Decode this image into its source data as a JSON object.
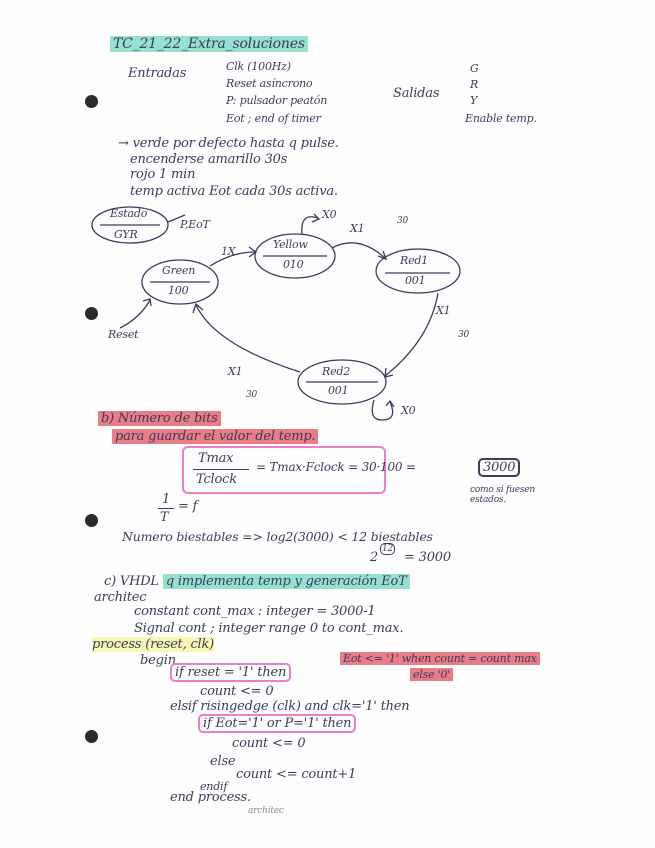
{
  "header": {
    "title": "TC_21_22_Extra_soluciones"
  },
  "ports": {
    "entradas_label": "Entradas",
    "entradas": [
      "Clk (100Hz)",
      "Reset asíncrono",
      "P: pulsador peatón",
      "Eot ; end of timer"
    ],
    "salidas_label": "Salidas",
    "salidas": [
      "G",
      "R",
      "Y",
      "Enable temp."
    ]
  },
  "notes": [
    "→ verde por defecto hasta q pulse.",
    "encenderse amarillo 30s",
    "rojo 1 min",
    "temp activa Eot cada 30s activa."
  ],
  "diagram": {
    "legend_state": "Estado",
    "legend_code": "GYR",
    "legend_inputs": "P,EoT",
    "states": [
      {
        "name": "Green",
        "code": "100"
      },
      {
        "name": "Yellow",
        "code": "010"
      },
      {
        "name": "Red1",
        "code": "001"
      },
      {
        "name": "Red2",
        "code": "001"
      }
    ],
    "transitions": {
      "green_yellow": "1X",
      "yellow_self": "X0",
      "yellow_red1": "X1",
      "yellow_red1_time": "30",
      "red1_red2": "X1",
      "red1_red2_time": "30",
      "red2_green": "X1",
      "red2_green_time": "30",
      "red2_self": "X0"
    },
    "reset_label": "Reset"
  },
  "part_b": {
    "heading_a": "b) Número de bits",
    "heading_b": "para guardar el valor del temp.",
    "frac_num": "Tmax",
    "frac_den": "Tclock",
    "formula": "= Tmax·Fclock = 30·100 =",
    "result": "3000",
    "aside": "como si fuesen estados.",
    "inv_num": "1",
    "inv_den": "T",
    "inv_eq": "= f",
    "biestables": "Numero biestables => log2(3000) < 12 biestables",
    "pow_base": "2",
    "pow_exp": "12",
    "pow_eq": "= 3000"
  },
  "part_c": {
    "heading_a": "c) VHDL",
    "heading_b": "q implementa temp y generación EoT",
    "code": [
      "architec",
      "constant cont_max : integer = 3000-1",
      "Signal cont ; integer range 0 to cont_max.",
      "process (reset, clk)",
      "begin",
      "if reset = '1' then",
      "count <= 0",
      "elsif risingedge (clk) and clk='1' then",
      "if Eot='1' or P='1' then",
      "count <= 0",
      "else",
      "count <= count+1",
      "endif",
      "end process.",
      "architec"
    ],
    "side_note_a": "Eot <= '1' when count = count max",
    "side_note_b": "else '0'"
  }
}
